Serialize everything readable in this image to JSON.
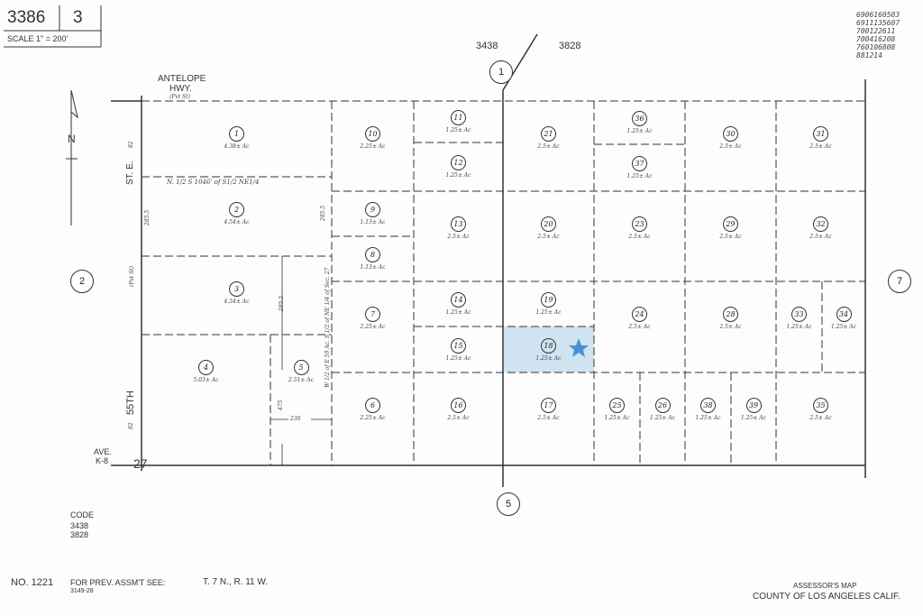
{
  "header": {
    "map_book": "3386",
    "page": "3",
    "scale": "SCALE 1\" = 200'"
  },
  "stamps": [
    "6906160503",
    "6911135607",
    "700122611",
    "700416208",
    "760106808",
    "881214"
  ],
  "streets": {
    "highway": "ANTELOPE",
    "highway2": "HWY.",
    "highway_note": "(Pvt St)",
    "st_e": "ST. E.",
    "fifty_fifth": "55TH",
    "ave": "AVE.",
    "ave2": "K-8",
    "pvt_st": "(Pvt St)"
  },
  "section": "27",
  "top_codes": {
    "left": "3438",
    "right": "3828"
  },
  "adjacent": {
    "north": "1",
    "south": "5",
    "west": "2",
    "east": "7"
  },
  "north_arrow": "N",
  "dimensions": {
    "d1": "285.5",
    "d2": "285.5",
    "d3": "285.5",
    "d4": "475",
    "d5": "230",
    "d6": "82",
    "d7": "82"
  },
  "notes": {
    "north_half": "N. 1/2 S 1046' of S1/2 NE1/4",
    "west_half": "W 1/2 of E 59 Ac. S 1/2 of NE 1/4 of Sec. 27"
  },
  "parcels": [
    {
      "id": "1",
      "acres": "4.38± Ac"
    },
    {
      "id": "2",
      "acres": "4.54± Ac"
    },
    {
      "id": "3",
      "acres": "4.54± Ac"
    },
    {
      "id": "4",
      "acres": "5.03± Ac"
    },
    {
      "id": "5",
      "acres": "2.51± Ac"
    },
    {
      "id": "6",
      "acres": "2.25± Ac"
    },
    {
      "id": "7",
      "acres": "2.25± Ac"
    },
    {
      "id": "8",
      "acres": "1.13± Ac"
    },
    {
      "id": "9",
      "acres": "1.13± Ac"
    },
    {
      "id": "10",
      "acres": "2.25± Ac"
    },
    {
      "id": "11",
      "acres": "1.25± Ac"
    },
    {
      "id": "12",
      "acres": "1.25± Ac"
    },
    {
      "id": "13",
      "acres": "2.5± Ac"
    },
    {
      "id": "14",
      "acres": "1.25± Ac"
    },
    {
      "id": "15",
      "acres": "1.25± Ac"
    },
    {
      "id": "16",
      "acres": "2.5± Ac"
    },
    {
      "id": "17",
      "acres": "2.5± Ac"
    },
    {
      "id": "18",
      "acres": "1.25± Ac",
      "highlighted": true
    },
    {
      "id": "19",
      "acres": "1.25± Ac"
    },
    {
      "id": "20",
      "acres": "2.5± Ac"
    },
    {
      "id": "21",
      "acres": "2.5± Ac"
    },
    {
      "id": "23",
      "acres": "2.5± Ac"
    },
    {
      "id": "24",
      "acres": "2.5± Ac"
    },
    {
      "id": "25",
      "acres": "1.25± Ac"
    },
    {
      "id": "26",
      "acres": "1.25± Ac"
    },
    {
      "id": "28",
      "acres": "2.5± Ac"
    },
    {
      "id": "29",
      "acres": "2.5± Ac"
    },
    {
      "id": "30",
      "acres": "2.5± Ac"
    },
    {
      "id": "31",
      "acres": "2.5± Ac"
    },
    {
      "id": "32",
      "acres": "2.5± Ac"
    },
    {
      "id": "33",
      "acres": "1.25± Ac"
    },
    {
      "id": "34",
      "acres": "1.25± Ac"
    },
    {
      "id": "35",
      "acres": "2.5± Ac"
    },
    {
      "id": "36",
      "acres": "1.25± Ac"
    },
    {
      "id": "37",
      "acres": "1.25± Ac"
    },
    {
      "id": "38",
      "acres": "1.25± Ac"
    },
    {
      "id": "39",
      "acres": "1.25± Ac"
    }
  ],
  "highlight_color": "#cfe3f1",
  "star_color": "#4a90d0",
  "footer": {
    "code_label": "CODE",
    "code1": "3438",
    "code2": "3828",
    "number": "NO. 1221",
    "prev_label": "FOR PREV. ASSM'T SEE:",
    "prev_value": "3149-28",
    "township": "T. 7 N., R. 11 W.",
    "assessor": "ASSESSOR'S MAP",
    "county": "COUNTY OF LOS ANGELES CALIF."
  }
}
